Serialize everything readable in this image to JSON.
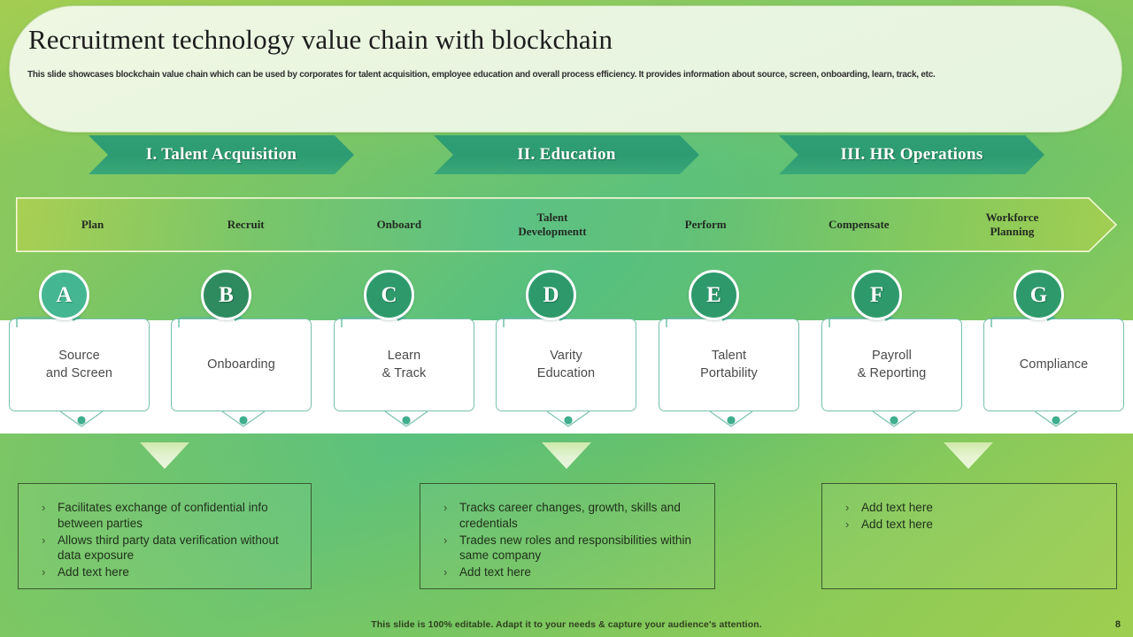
{
  "header": {
    "title": "Recruitment technology value chain with blockchain",
    "subtitle": "This slide showcases blockchain value chain which can be used by corporates for talent acquisition, employee education and overall process efficiency. It provides information about source, screen, onboarding, learn, track, etc."
  },
  "phases": [
    {
      "label": "I.  Talent Acquisition"
    },
    {
      "label": "II.  Education"
    },
    {
      "label": "III.  HR Operations"
    }
  ],
  "stages": [
    {
      "label": "Plan"
    },
    {
      "label": "Recruit"
    },
    {
      "label": "Onboard"
    },
    {
      "label": "Talent\nDevelopmentt"
    },
    {
      "label": "Perform"
    },
    {
      "label": "Compensate"
    },
    {
      "label": "Workforce\nPlanning"
    }
  ],
  "steps": [
    {
      "badge": "A",
      "title": "Source\nand Screen",
      "color": "#44b792"
    },
    {
      "badge": "B",
      "title": "Onboarding",
      "color": "#2e8b5f"
    },
    {
      "badge": "C",
      "title": "Learn\n& Track",
      "color": "#2e9a6c"
    },
    {
      "badge": "D",
      "title": "Varity\nEducation",
      "color": "#2e9a6c"
    },
    {
      "badge": "E",
      "title": "Talent\nPortability",
      "color": "#2e9a6c"
    },
    {
      "badge": "F",
      "title": "Payroll\n& Reporting",
      "color": "#2e9a6c"
    },
    {
      "badge": "G",
      "title": "Compliance",
      "color": "#2e9a6c"
    }
  ],
  "bullet_boxes": [
    {
      "items": [
        "Facilitates exchange of confidential info between parties",
        "Allows third party data verification without data exposure",
        "Add text here"
      ]
    },
    {
      "items": [
        "Tracks career changes, growth, skills and credentials",
        "Trades new roles and responsibilities within same company",
        "Add text here"
      ]
    },
    {
      "items": [
        "Add text here",
        "Add text here"
      ]
    }
  ],
  "bullet_marker": "›",
  "footer": {
    "note": "This slide is 100% editable.  Adapt it to your needs & capture your audience's attention.",
    "page_number": "8"
  },
  "colors": {
    "chevron_green": "#2f9e74",
    "card_border": "#77bfae",
    "badge_green": "#2e9a6c",
    "badge_green_light": "#44b792",
    "bg_lime": "#9ccc55",
    "bg_teal_green": "#56c081"
  }
}
